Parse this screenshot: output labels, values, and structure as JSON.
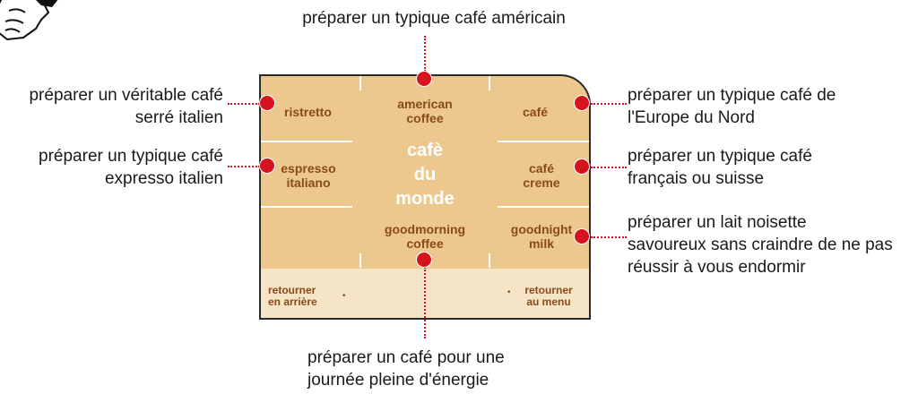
{
  "panel": {
    "center": [
      "cafè",
      "du",
      "monde"
    ],
    "buttons": {
      "ristretto": "ristretto",
      "american": [
        "american",
        "coffee"
      ],
      "cafe": "café",
      "espresso": [
        "espresso",
        "italiano"
      ],
      "creme": [
        "café",
        "creme"
      ],
      "goodmorning": [
        "goodmorning",
        "coffee"
      ],
      "goodnight": [
        "goodnight",
        "milk"
      ],
      "back": [
        "retourner",
        "en arrière"
      ],
      "menu": [
        "retourner",
        "au menu"
      ]
    }
  },
  "annotations": {
    "top": "préparer un typique café américain",
    "left1": [
      "préparer un véritable café",
      "serré italien"
    ],
    "left2": [
      "préparer un typique café",
      "expresso italien"
    ],
    "right1": [
      "préparer un typique café de",
      "l'Europe du Nord"
    ],
    "right2": [
      "préparer un typique café",
      "français ou suisse"
    ],
    "right3": [
      "préparer un lait noisette",
      "savoureux sans craindre de ne pas",
      "réussir à vous endormir"
    ],
    "bottom": [
      "préparer un café pour une",
      "journée pleine d'énergie"
    ]
  },
  "colors": {
    "panel": "#ecc88e",
    "panel_bottom": "#f6e4c6",
    "button_text": "#8a4a1a",
    "marker": "#d6141f"
  }
}
